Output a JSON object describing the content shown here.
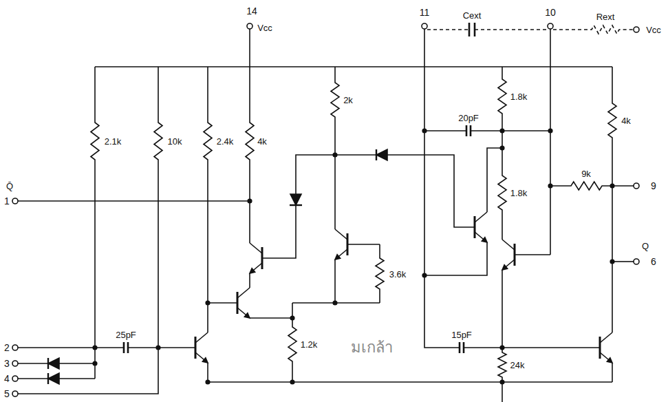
{
  "diagram": {
    "labels": [
      "Q̄",
      "1",
      "2",
      "3",
      "4",
      "5",
      "14",
      "Vcc",
      "11",
      "Cext",
      "10",
      "Rext",
      "Vcc",
      "2.1k",
      "10k",
      "2.4k",
      "4k",
      "2k",
      "1.8k",
      "20pF",
      "1.8k",
      "9k",
      "9",
      "Q",
      "6",
      "4k",
      "25pF",
      "3.6k",
      "1.2k",
      "15pF",
      "24k",
      "มเกล้า"
    ]
  }
}
